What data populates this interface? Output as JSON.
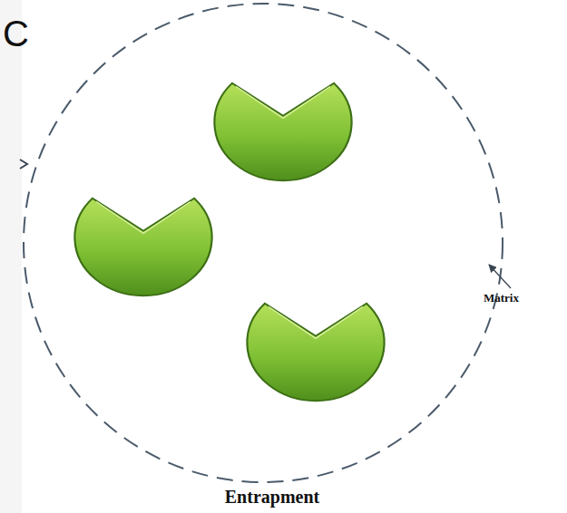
{
  "diagram": {
    "caption": "Entrapment",
    "labels": [
      "C",
      "Matrix"
    ]
  }
}
